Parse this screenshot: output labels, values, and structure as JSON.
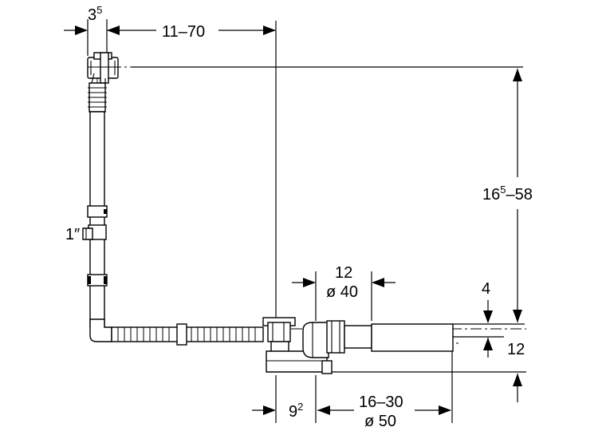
{
  "labels": {
    "top_left_width_base": "3",
    "top_left_width_sup": "5",
    "overflow_offset": "11–70",
    "connector_size": "1″",
    "height_range_base": "16",
    "height_range_sup": "5",
    "height_range_rest": "–58",
    "outlet_length_top": "12",
    "outlet_diameter_top": "ø 40",
    "trap_top_offset": "4",
    "trap_height": "12",
    "drain_offset_base": "9",
    "drain_offset_sup": "2",
    "outlet_range_bottom": "16–30",
    "outlet_diameter_bottom": "ø 50"
  }
}
